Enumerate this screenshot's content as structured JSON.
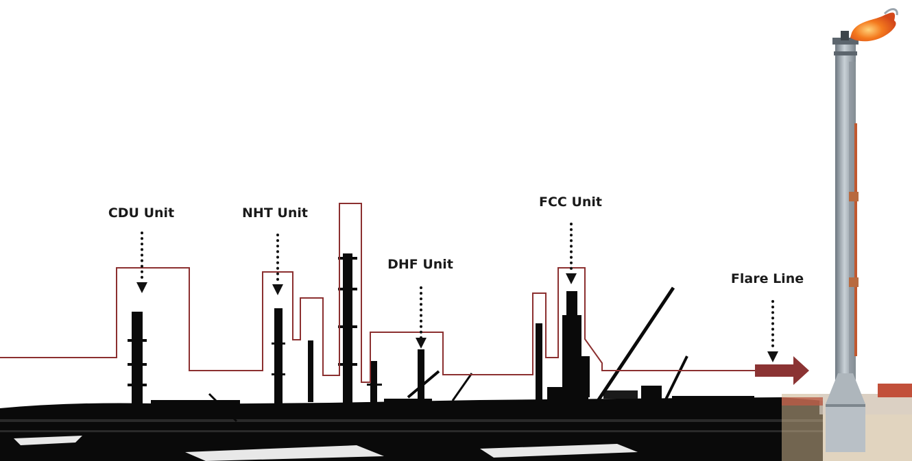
{
  "labels": {
    "cdu": "CDU Unit",
    "nht": "NHT Unit",
    "dhf": "DHF Unit",
    "fcc": "FCC Unit",
    "flare": "Flare Line"
  },
  "colors": {
    "flow_line": "#8b2f2f",
    "arrow": "#8b3333",
    "silhouette": "#0a0a0a",
    "flame": "#f07020",
    "flare_stack": "#9aa4ac",
    "ground": "#c8b08a"
  }
}
